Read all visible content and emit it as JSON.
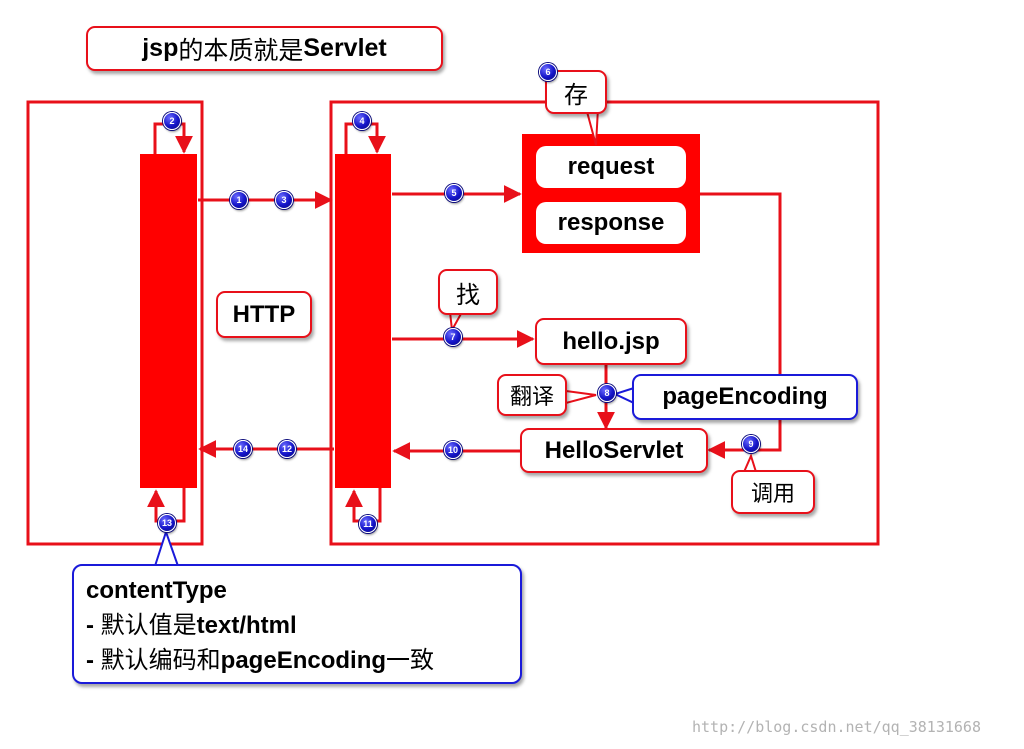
{
  "title": {
    "prefix": "jsp",
    "middle": "的本质就是",
    "suffix": "Servlet"
  },
  "labels": {
    "http": "HTTP",
    "request": "request",
    "response": "response",
    "hello_jsp": "hello.jsp",
    "page_encoding": "pageEncoding",
    "hello_servlet": "HelloServlet"
  },
  "callouts": {
    "store": "存",
    "find": "找",
    "translate": "翻译",
    "invoke": "调用"
  },
  "content_type": {
    "heading": "contentType",
    "line1_prefix": "- ",
    "line1_cjk": "默认值是",
    "line1_value": "text/html",
    "line2_prefix": "- ",
    "line2_cjk": "默认编码和",
    "line2_value": "pageEncoding",
    "line2_suffix": "一致"
  },
  "steps": [
    "1",
    "2",
    "3",
    "4",
    "5",
    "6",
    "7",
    "8",
    "9",
    "10",
    "11",
    "12",
    "13",
    "14"
  ],
  "watermark": "http://blog.csdn.net/qq_38131668",
  "colors": {
    "accent": "#e8101a",
    "callout_blue": "#1a1ad9",
    "badge": "#1414c8"
  }
}
